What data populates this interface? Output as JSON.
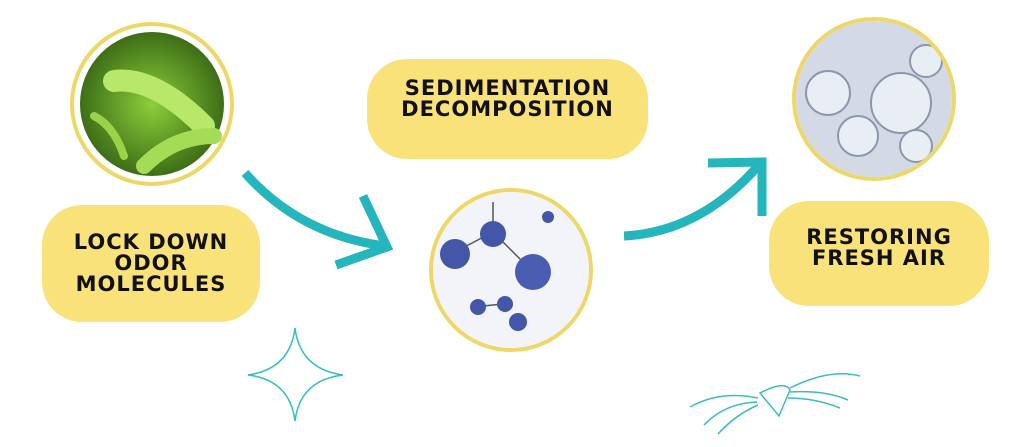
{
  "steps": [
    {
      "label_lines": [
        "LOCK DOWN",
        "ODOR",
        "MOLECULES"
      ],
      "image": "bacteria"
    },
    {
      "label_lines": [
        "SEDIMENTATION",
        "DECOMPOSITION"
      ],
      "image": "molecules"
    },
    {
      "label_lines": [
        "RESTORING",
        "FRESH AIR"
      ],
      "image": "bubbles"
    }
  ],
  "colors": {
    "accent": "#24b5bd",
    "pill": "#f9e27a",
    "ring": "#eed766",
    "text": "#111111"
  }
}
